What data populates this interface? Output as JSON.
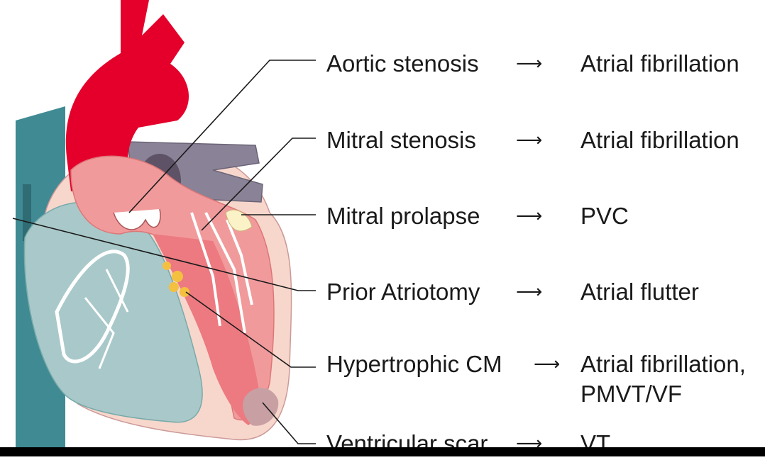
{
  "colors": {
    "aorta": "#e4002b",
    "aorta_dark": "#b8001f",
    "vena_cava": "#3f8a93",
    "vena_cava_dark": "#2f6c73",
    "right_heart": "#a9c8c9",
    "left_ventricle": "#f19a9c",
    "septum": "#ec7a80",
    "pulmonary": "#8a8296",
    "pericardium": "#f7d7cc",
    "scar": "#c8a0a4",
    "hypertrophy_spots": "#f4c040",
    "valve": "#ffffff",
    "prolapse_leaflet": "#fbf2c8"
  },
  "rows": [
    {
      "cause": "Aortic stenosis",
      "arrow": "⟶",
      "result": "Atrial fibrillation"
    },
    {
      "cause": "Mitral stenosis",
      "arrow": "⟶",
      "result": "Atrial fibrillation"
    },
    {
      "cause": "Mitral prolapse",
      "arrow": "⟶",
      "result": "PVC"
    },
    {
      "cause": "Prior Atriotomy",
      "arrow": "⟶",
      "result": "Atrial flutter"
    },
    {
      "cause": "Hypertrophic CM",
      "arrow": "⟶",
      "result": "Atrial fibrillation,",
      "result_line2": "PMVT/VF"
    },
    {
      "cause": "Ventricular scar",
      "arrow": "⟶",
      "result": "VT"
    }
  ]
}
